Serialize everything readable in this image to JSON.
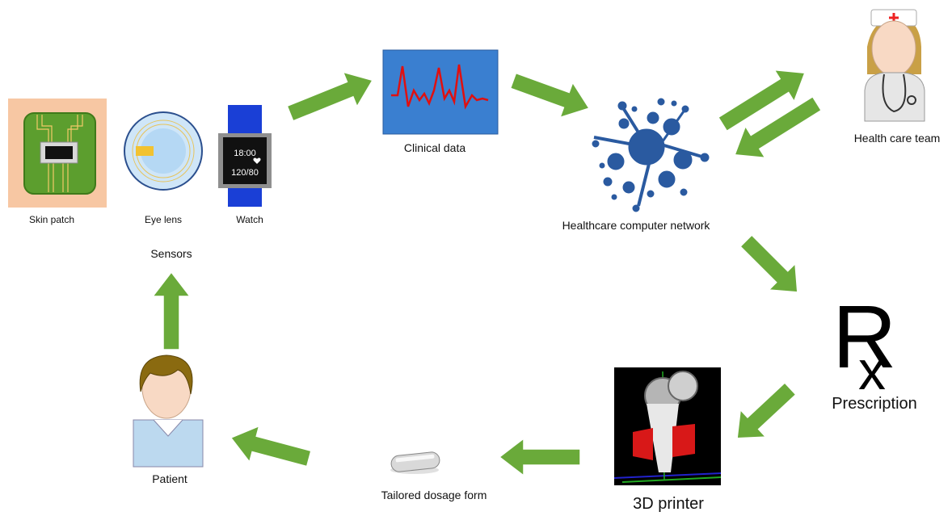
{
  "sensors": {
    "group_label": "Sensors",
    "skin_patch": "Skin patch",
    "eye_lens": "Eye lens",
    "watch": "Watch",
    "watch_time": "18:00",
    "watch_reading": "120/80"
  },
  "clinical_data": "Clinical data",
  "network": "Healthcare computer network",
  "health_care_team": "Health care team",
  "prescription": {
    "symbol_r": "R",
    "symbol_x": "x",
    "label": "Prescription"
  },
  "printer": "3D printer",
  "dosage_form": "Tailored dosage form",
  "patient": "Patient",
  "colors": {
    "arrow": "#6aaa3a",
    "arrow_stroke": "#ffffff",
    "skin_bg": "#f7c7a3",
    "chip_green": "#5c9e2e",
    "lens": "#cfe6f8",
    "watch_blue": "#1a3fd6",
    "screen_blue": "#3a7fd0",
    "ecg_red": "#e01010",
    "network_blue": "#2a5aa0",
    "patient_shirt": "#bcd9ef",
    "hair": "#8a6a10"
  }
}
